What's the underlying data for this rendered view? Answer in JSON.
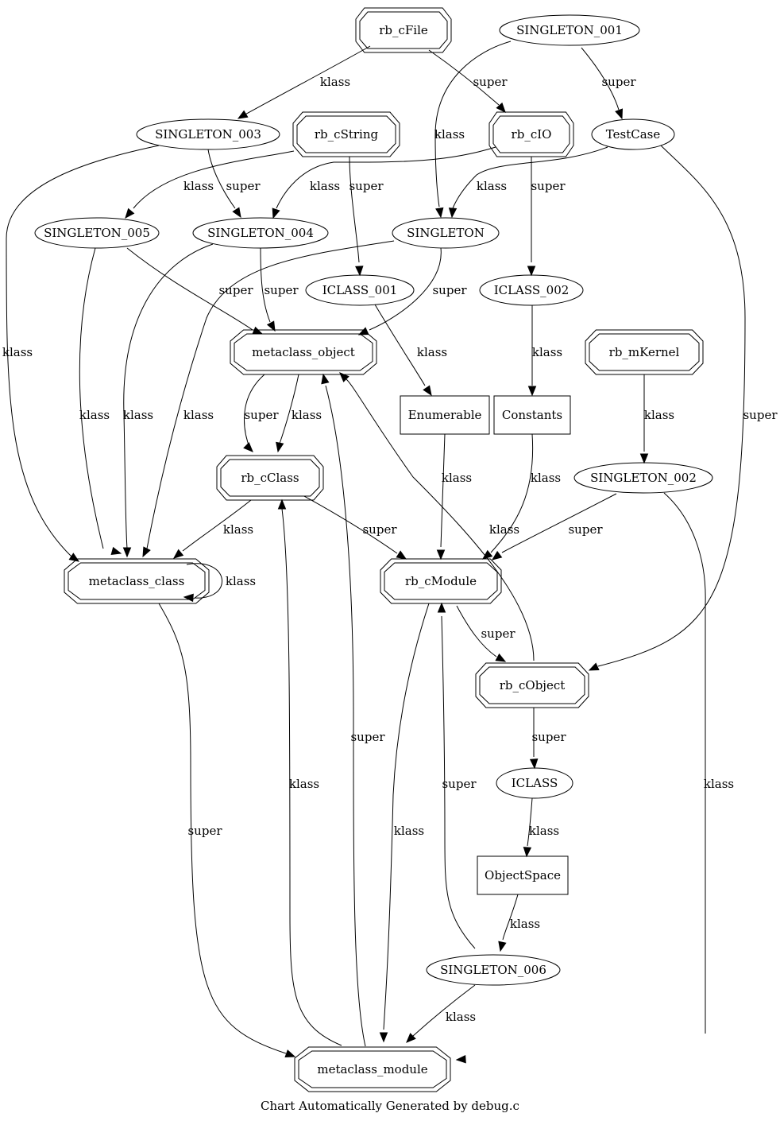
{
  "caption": "Chart Automatically Generated by debug.c",
  "nodes": {
    "rb_cFile": "rb_cFile",
    "SINGLETON_001": "SINGLETON_001",
    "SINGLETON_003": "SINGLETON_003",
    "rb_cString": "rb_cString",
    "rb_cIO": "rb_cIO",
    "TestCase": "TestCase",
    "SINGLETON_005": "SINGLETON_005",
    "SINGLETON_004": "SINGLETON_004",
    "SINGLETON": "SINGLETON",
    "ICLASS_001": "ICLASS_001",
    "ICLASS_002": "ICLASS_002",
    "metaclass_object": "metaclass_object",
    "rb_mKernel": "rb_mKernel",
    "Enumerable": "Enumerable",
    "Constants": "Constants",
    "rb_cClass": "rb_cClass",
    "SINGLETON_002": "SINGLETON_002",
    "metaclass_class": "metaclass_class",
    "rb_cModule": "rb_cModule",
    "rb_cObject": "rb_cObject",
    "ICLASS": "ICLASS",
    "ObjectSpace": "ObjectSpace",
    "SINGLETON_006": "SINGLETON_006",
    "metaclass_module": "metaclass_module"
  },
  "edges": [
    {
      "from": "rb_cFile",
      "to": "SINGLETON_003",
      "label": "klass"
    },
    {
      "from": "rb_cFile",
      "to": "rb_cIO",
      "label": "super"
    },
    {
      "from": "SINGLETON_001",
      "to": "SINGLETON",
      "label": "klass"
    },
    {
      "from": "SINGLETON_001",
      "to": "TestCase",
      "label": "super"
    },
    {
      "from": "SINGLETON_003",
      "to": "metaclass_class",
      "label": "klass"
    },
    {
      "from": "SINGLETON_003",
      "to": "SINGLETON_004",
      "label": "super"
    },
    {
      "from": "rb_cString",
      "to": "SINGLETON_005",
      "label": "klass"
    },
    {
      "from": "rb_cString",
      "to": "ICLASS_001",
      "label": "super"
    },
    {
      "from": "rb_cIO",
      "to": "SINGLETON_004",
      "label": "klass"
    },
    {
      "from": "rb_cIO",
      "to": "ICLASS_002",
      "label": "super"
    },
    {
      "from": "TestCase",
      "to": "SINGLETON",
      "label": "klass"
    },
    {
      "from": "TestCase",
      "to": "rb_cObject",
      "label": "super"
    },
    {
      "from": "SINGLETON_005",
      "to": "metaclass_class",
      "label": "klass"
    },
    {
      "from": "SINGLETON_005",
      "to": "metaclass_object",
      "label": "super"
    },
    {
      "from": "SINGLETON_004",
      "to": "metaclass_class",
      "label": "klass"
    },
    {
      "from": "SINGLETON_004",
      "to": "metaclass_object",
      "label": "super"
    },
    {
      "from": "SINGLETON",
      "to": "metaclass_class",
      "label": "klass"
    },
    {
      "from": "SINGLETON",
      "to": "metaclass_object",
      "label": "super"
    },
    {
      "from": "ICLASS_001",
      "to": "Enumerable",
      "label": "klass"
    },
    {
      "from": "ICLASS_002",
      "to": "Constants",
      "label": "klass"
    },
    {
      "from": "metaclass_object",
      "to": "rb_cClass",
      "label": "super"
    },
    {
      "from": "metaclass_object",
      "to": "rb_cClass",
      "label": "klass"
    },
    {
      "from": "rb_mKernel",
      "to": "SINGLETON_002",
      "label": "klass"
    },
    {
      "from": "Enumerable",
      "to": "rb_cModule",
      "label": "klass"
    },
    {
      "from": "Constants",
      "to": "rb_cModule",
      "label": "klass"
    },
    {
      "from": "rb_cClass",
      "to": "metaclass_class",
      "label": "klass"
    },
    {
      "from": "rb_cClass",
      "to": "rb_cModule",
      "label": "super"
    },
    {
      "from": "SINGLETON_002",
      "to": "rb_cModule",
      "label": "super"
    },
    {
      "from": "SINGLETON_002",
      "to": "metaclass_module",
      "label": "klass"
    },
    {
      "from": "metaclass_class",
      "to": "metaclass_class",
      "label": "klass"
    },
    {
      "from": "metaclass_class",
      "to": "metaclass_module",
      "label": "super"
    },
    {
      "from": "rb_cModule",
      "to": "rb_cObject",
      "label": "super"
    },
    {
      "from": "rb_cModule",
      "to": "metaclass_module",
      "label": "klass"
    },
    {
      "from": "rb_cObject",
      "to": "metaclass_object",
      "label": "klass"
    },
    {
      "from": "rb_cObject",
      "to": "ICLASS",
      "label": "super"
    },
    {
      "from": "ICLASS",
      "to": "ObjectSpace",
      "label": "klass"
    },
    {
      "from": "ObjectSpace",
      "to": "SINGLETON_006",
      "label": "klass"
    },
    {
      "from": "SINGLETON_006",
      "to": "rb_cModule",
      "label": "super"
    },
    {
      "from": "SINGLETON_006",
      "to": "metaclass_module",
      "label": "klass"
    },
    {
      "from": "metaclass_module",
      "to": "rb_cClass",
      "label": "klass"
    },
    {
      "from": "metaclass_module",
      "to": "metaclass_object",
      "label": "super"
    }
  ]
}
